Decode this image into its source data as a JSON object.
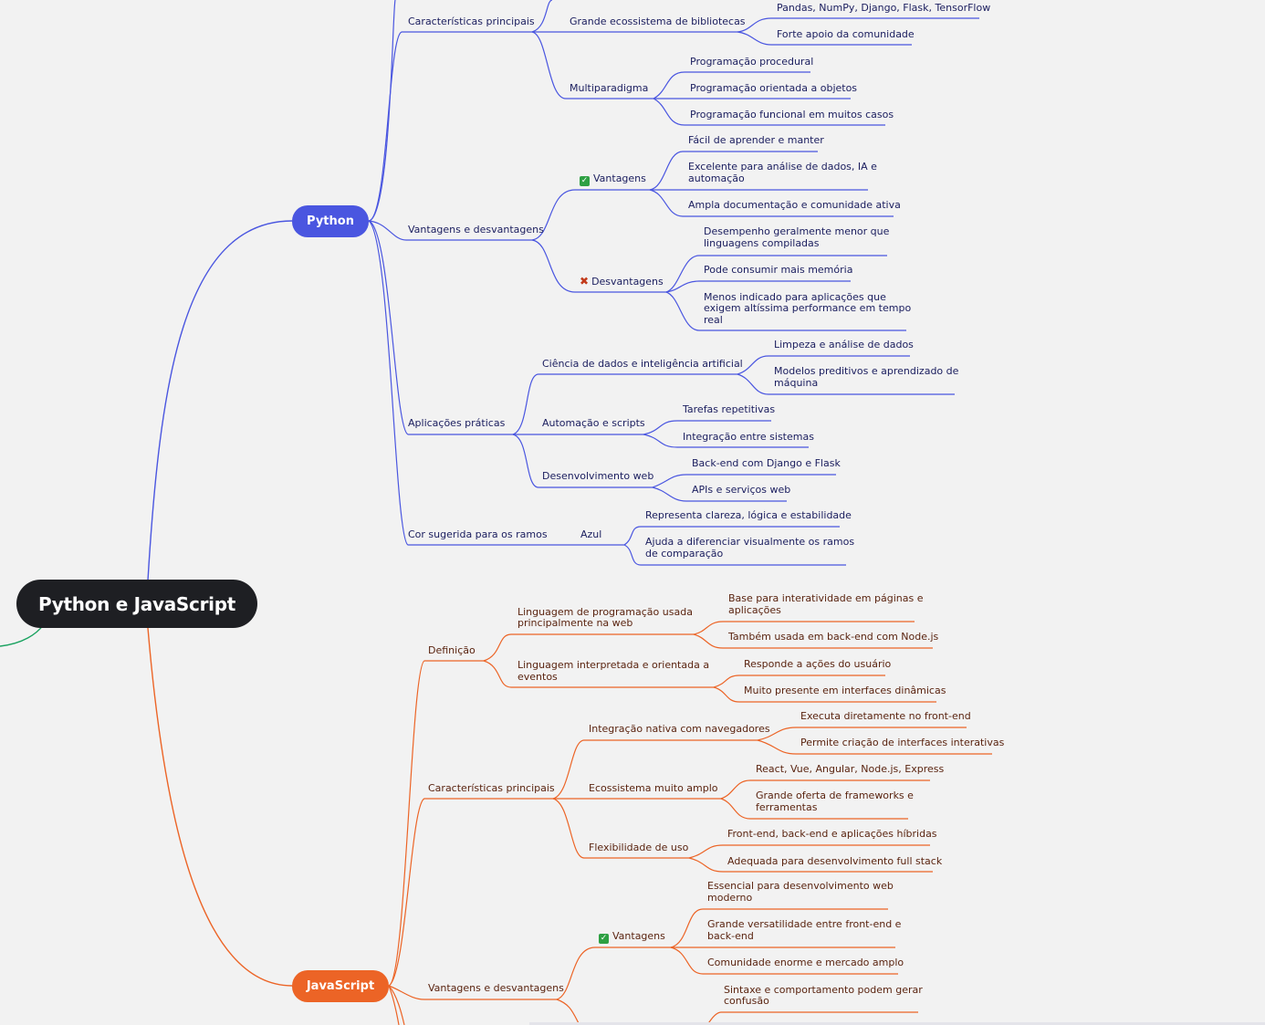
{
  "root": {
    "title": "Python e JavaScript"
  },
  "python": {
    "label": "Python",
    "color": "#4a56e0",
    "caracteristicas": {
      "label": "Características principais",
      "ecossistema": {
        "label": "Grande ecossistema de bibliotecas",
        "items": [
          "Pandas, NumPy, Django, Flask, TensorFlow",
          "Forte apoio da comunidade"
        ]
      },
      "multiparadigma": {
        "label": "Multiparadigma",
        "items": [
          "Programação procedural",
          "Programação orientada a objetos",
          "Programação funcional em muitos casos"
        ]
      }
    },
    "vantagens_desvantagens": {
      "label": "Vantagens e desvantagens",
      "vantagens": {
        "label": "Vantagens",
        "items": [
          "Fácil de aprender e manter",
          "Excelente para análise de dados, IA e",
          "automação",
          "Ampla documentação e comunidade ativa"
        ]
      },
      "desvantagens": {
        "label": "Desvantagens",
        "items": [
          "Desempenho geralmente menor que",
          "linguagens compiladas",
          "Pode consumir mais memória",
          "Menos indicado para aplicações que",
          "exigem altíssima performance em tempo",
          "real"
        ]
      }
    },
    "aplicacoes": {
      "label": "Aplicações práticas",
      "ciencia": {
        "label": "Ciência de dados e inteligência artificial",
        "items": [
          "Limpeza e análise de dados",
          "Modelos preditivos e aprendizado de",
          "máquina"
        ]
      },
      "automacao": {
        "label": "Automação e scripts",
        "items": [
          "Tarefas repetitivas",
          "Integração entre sistemas"
        ]
      },
      "web": {
        "label": "Desenvolvimento web",
        "items": [
          "Back-end com Django e Flask",
          "APIs e serviços web"
        ]
      }
    },
    "cor": {
      "label": "Cor sugerida para os ramos",
      "azul": {
        "label": "Azul",
        "items": [
          "Representa clareza, lógica e estabilidade",
          "Ajuda a diferenciar visualmente os ramos",
          "de comparação"
        ]
      }
    }
  },
  "javascript": {
    "label": "JavaScript",
    "color": "#ec6426",
    "definicao": {
      "label": "Definição",
      "ling_web": {
        "label_lines": [
          "Linguagem de programação usada",
          "principalmente na web"
        ],
        "items": [
          "Base para interatividade em páginas e",
          "aplicações",
          "Também usada em back-end com Node.js"
        ]
      },
      "ling_interp": {
        "label_lines": [
          "Linguagem interpretada e orientada a",
          "eventos"
        ],
        "items": [
          "Responde a ações do usuário",
          "Muito presente em interfaces dinâmicas"
        ]
      }
    },
    "caracteristicas": {
      "label": "Características principais",
      "integracao": {
        "label": "Integração nativa com navegadores",
        "items": [
          "Executa diretamente no front-end",
          "Permite criação de interfaces interativas"
        ]
      },
      "ecossistema": {
        "label": "Ecossistema muito amplo",
        "items": [
          "React, Vue, Angular, Node.js, Express",
          "Grande oferta de frameworks e",
          "ferramentas"
        ]
      },
      "flexibilidade": {
        "label": "Flexibilidade de uso",
        "items": [
          "Front-end, back-end e aplicações híbridas",
          "Adequada para desenvolvimento full stack"
        ]
      }
    },
    "vantagens_desvantagens": {
      "label": "Vantagens e desvantagens",
      "vantagens": {
        "label": "Vantagens",
        "items": [
          "Essencial para desenvolvimento web",
          "moderno",
          "Grande versatilidade entre front-end e",
          "back-end",
          "Comunidade enorme e mercado amplo"
        ]
      },
      "desvantagens": {
        "items": [
          "Sintaxe e comportamento podem gerar",
          "confusão"
        ]
      }
    }
  }
}
